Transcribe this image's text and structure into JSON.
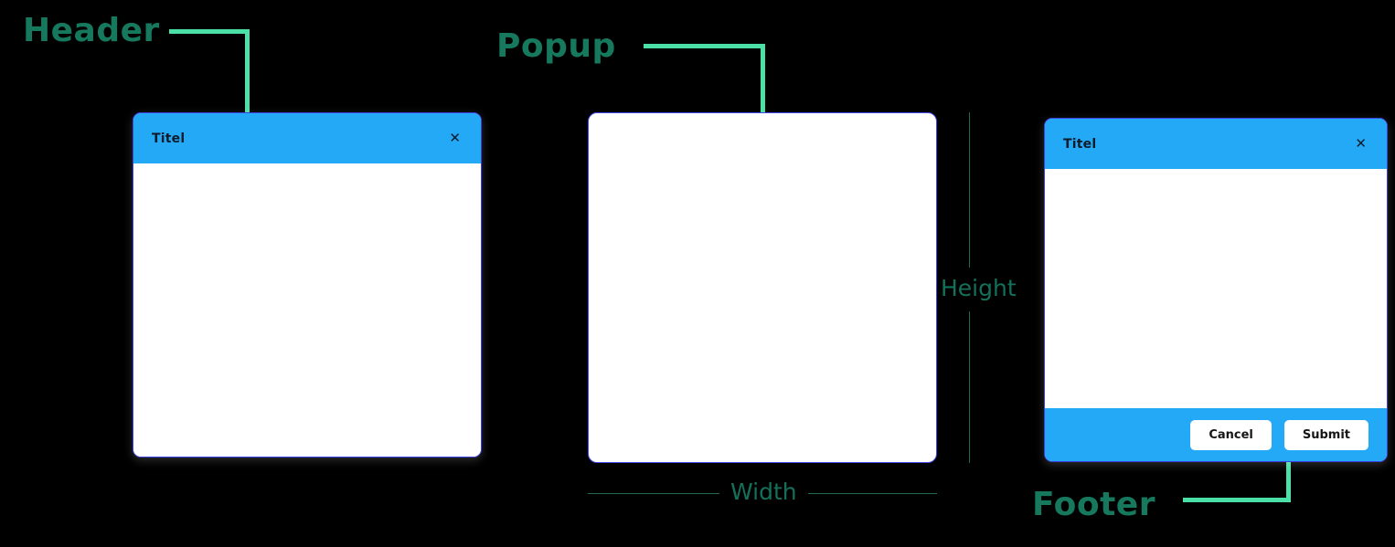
{
  "diagram": {
    "background_color": "#000000",
    "accent_blue": "#24A9F7",
    "border_blue": "#3A41E0",
    "label_green": "#16795E",
    "connector_green": "#4BE0A6",
    "dimension_green": "#1F6B55"
  },
  "annotations": {
    "header": {
      "label": "Header"
    },
    "popup": {
      "label": "Popup"
    },
    "footer": {
      "label": "Footer"
    },
    "height": {
      "label": "Height"
    },
    "width": {
      "label": "Width"
    }
  },
  "dialogs": {
    "header_example": {
      "title": "Titel",
      "close_icon": "close-icon",
      "close_glyph": "✕"
    },
    "plain_example": {
      "title": ""
    },
    "footer_example": {
      "title": "Titel",
      "close_icon": "close-icon",
      "close_glyph": "✕",
      "buttons": {
        "cancel": "Cancel",
        "submit": "Submit"
      }
    }
  }
}
